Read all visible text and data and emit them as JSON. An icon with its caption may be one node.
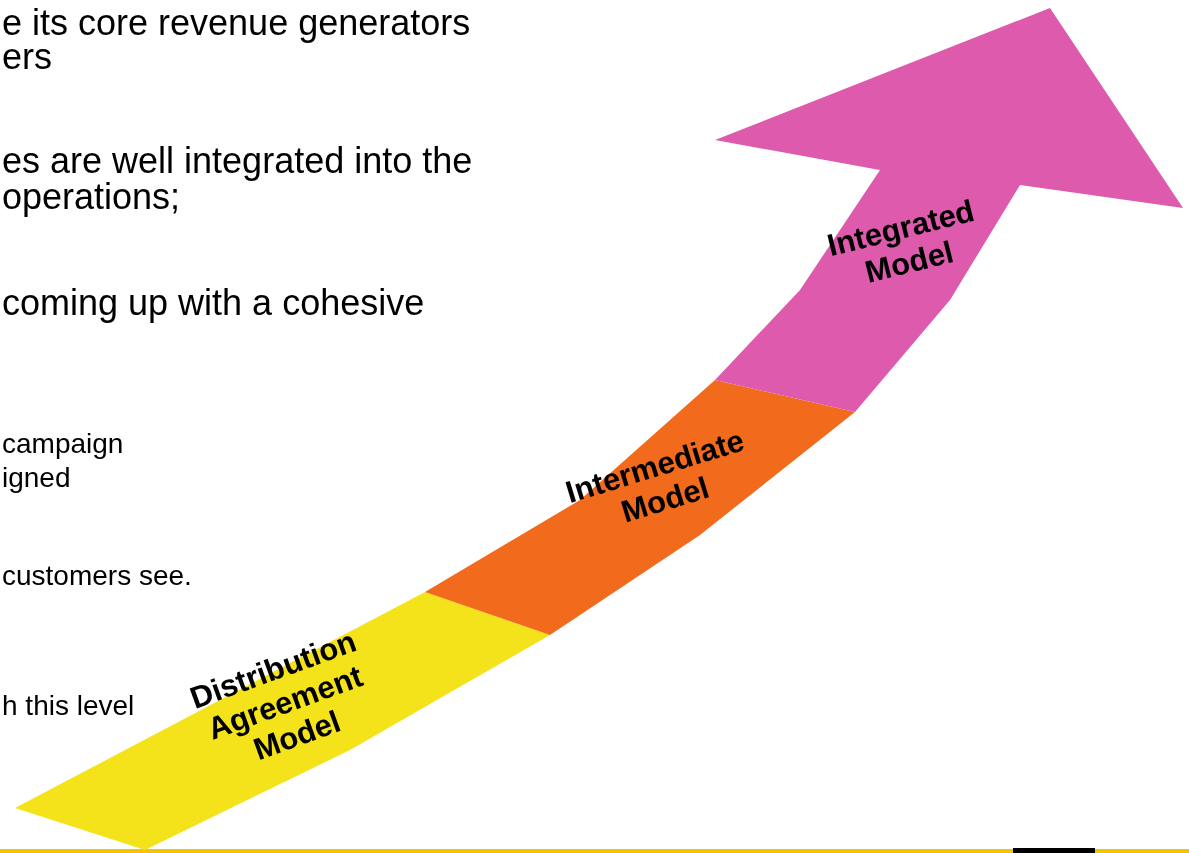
{
  "diagram": {
    "nodes": [
      {
        "text": [
          "Distribution Agreement Model"
        ]
      },
      {
        "text": [
          "Intermediate Model"
        ]
      },
      {
        "text": [
          "Integrated Model"
        ]
      }
    ],
    "labels": [
      "e its core revenue generators",
      "ers",
      "es are well integrated into the",
      "operations;",
      "coming up with a cohesive",
      "campaign",
      "igned",
      "customers see.",
      "h this level"
    ]
  }
}
